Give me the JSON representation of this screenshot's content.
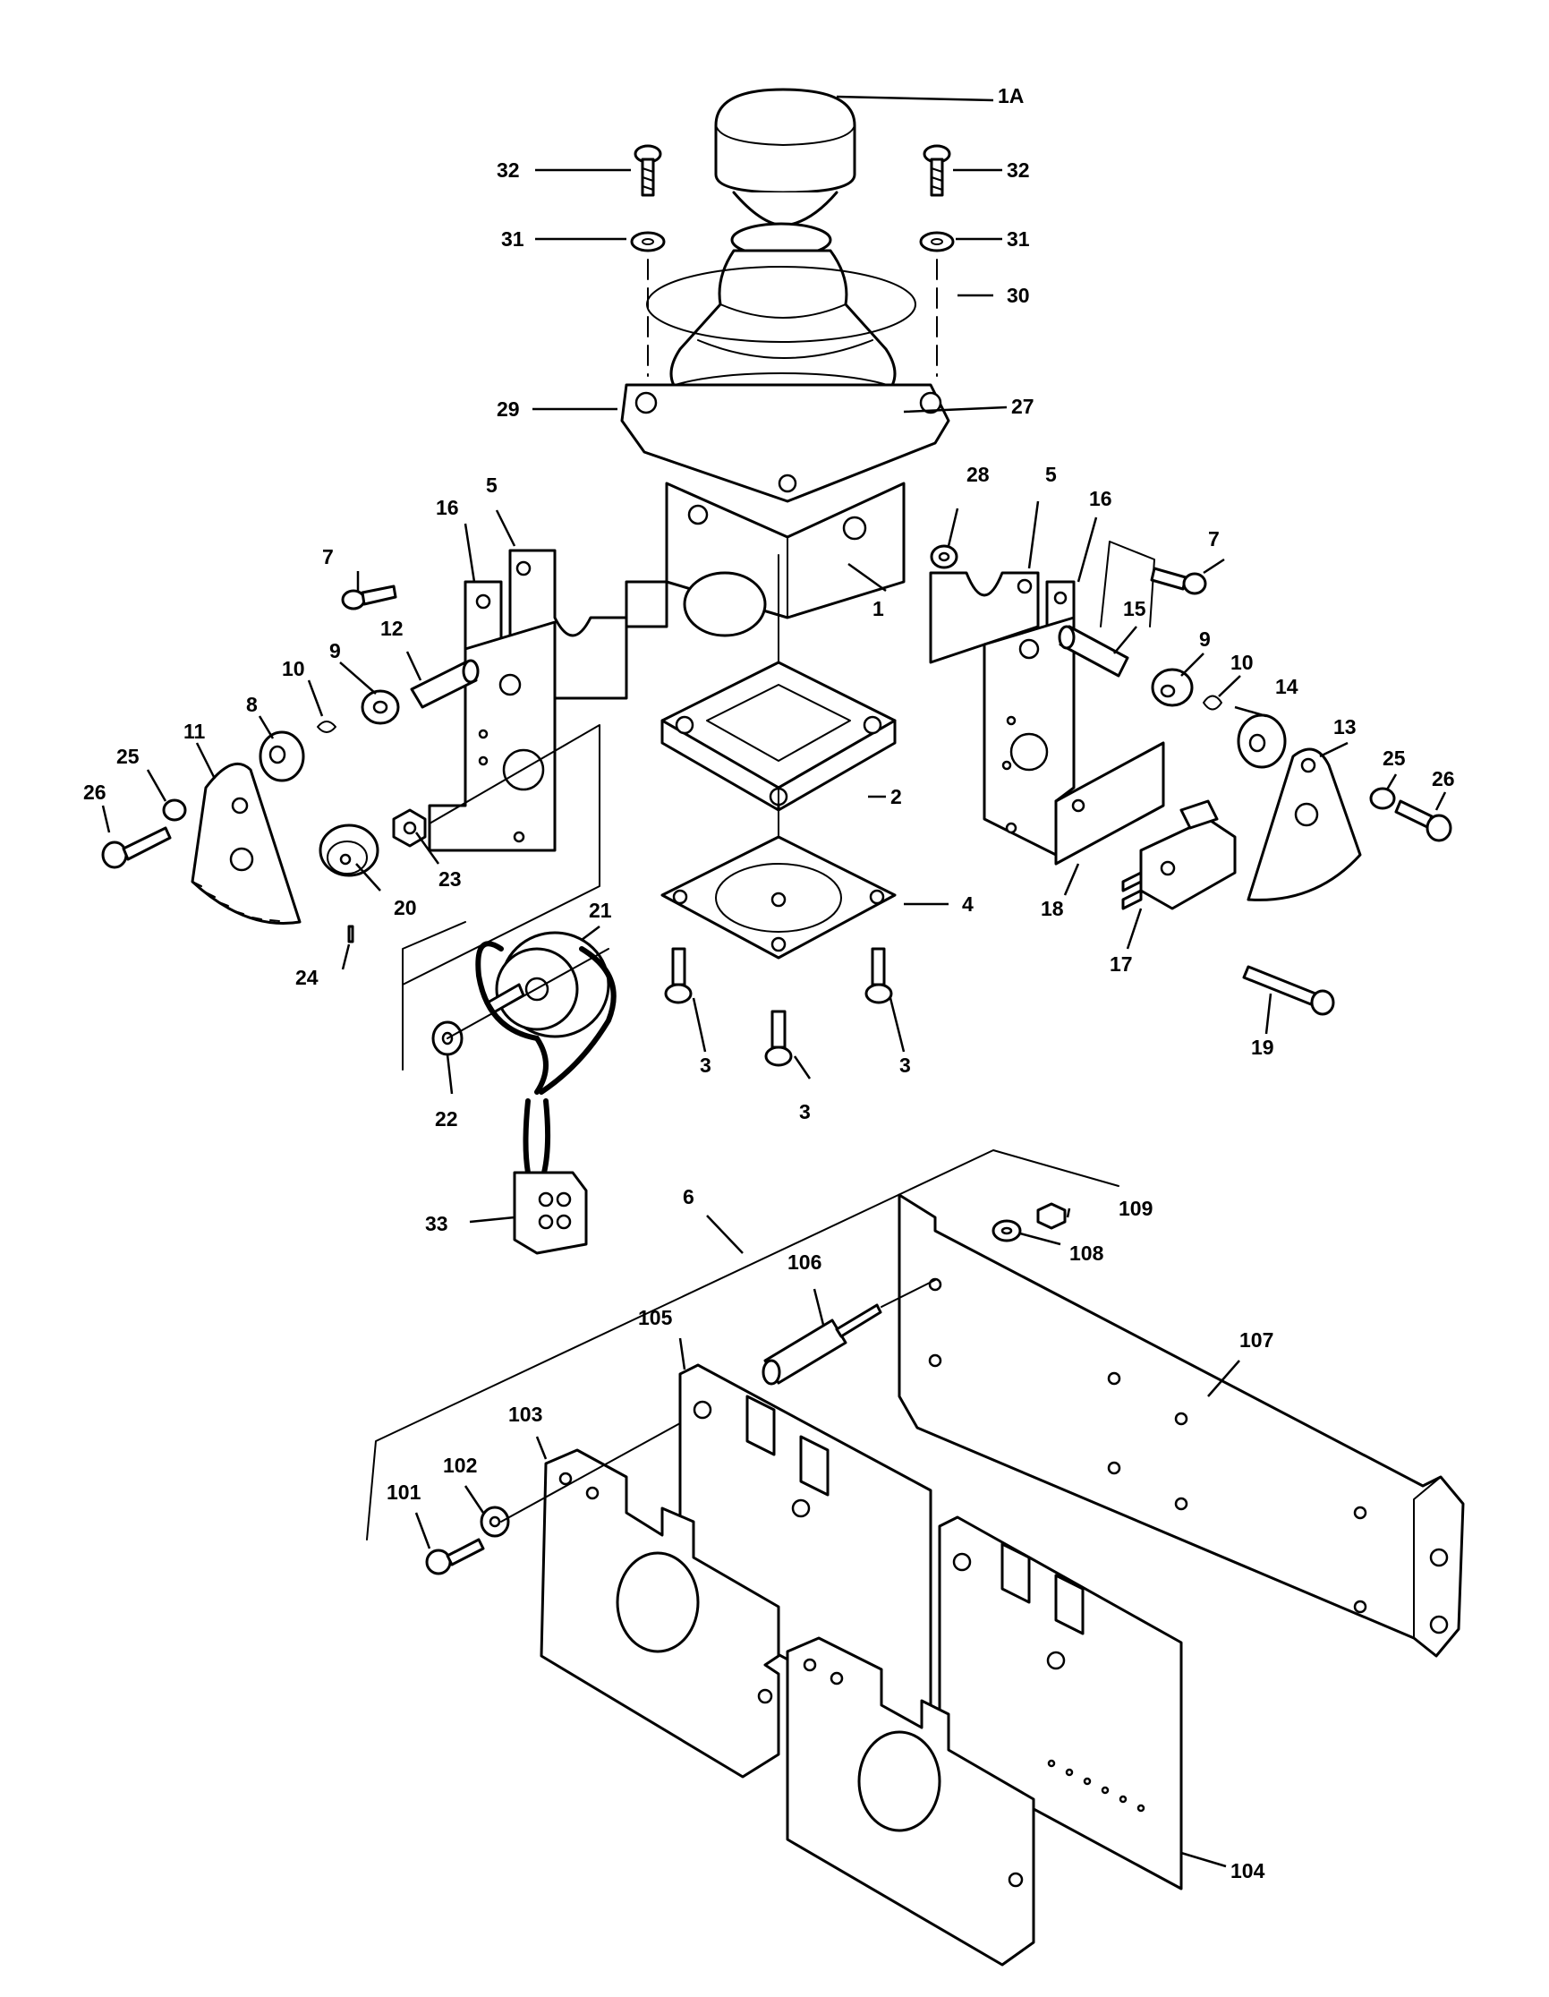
{
  "callouts": {
    "c1A": "1A",
    "c32L": "32",
    "c32R": "32",
    "c31L": "31",
    "c31R": "31",
    "c30": "30",
    "c29": "29",
    "c27": "27",
    "c5L": "5",
    "c16L": "16",
    "c7L": "7",
    "c12": "12",
    "c1": "1",
    "c28": "28",
    "c5R": "5",
    "c16R": "16",
    "c7R": "7",
    "c15": "15",
    "c9L": "9",
    "c10L": "10",
    "c8": "8",
    "c11": "11",
    "c25L": "25",
    "c26L": "26",
    "c9R": "9",
    "c10R": "10",
    "c14": "14",
    "c13": "13",
    "c25R": "25",
    "c26R": "26",
    "c2": "2",
    "c4": "4",
    "c23": "23",
    "c20": "20",
    "c24": "24",
    "c21": "21",
    "c18": "18",
    "c17": "17",
    "c19": "19",
    "c3a": "3",
    "c3b": "3",
    "c3c": "3",
    "c22": "22",
    "c33": "33",
    "c6": "6",
    "c109": "109",
    "c108": "108",
    "c106": "106",
    "c105": "105",
    "c107": "107",
    "c103": "103",
    "c102": "102",
    "c101": "101",
    "c104": "104"
  }
}
